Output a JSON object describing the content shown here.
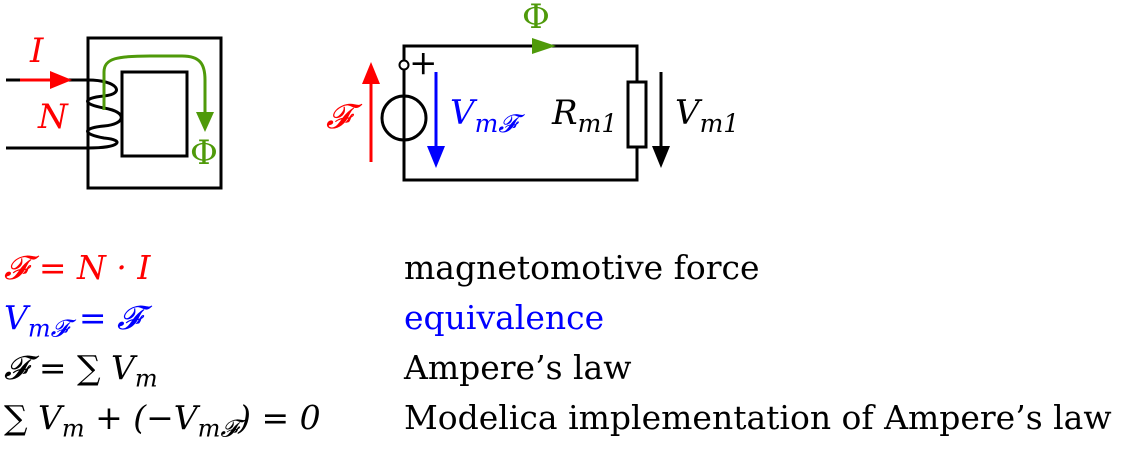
{
  "diagram": {
    "coil": {
      "current_label": "I",
      "turns_label": "N",
      "flux_label": "Φ"
    },
    "circuit": {
      "flux_label": "Φ",
      "plus_label": "+",
      "mmf_label": "𝓕",
      "source_voltage_main": "V",
      "source_voltage_sub": "m𝓕",
      "resistor_main": "R",
      "resistor_sub": "m1",
      "voltage_main": "V",
      "voltage_sub": "m1"
    },
    "colors": {
      "red": "#ff0000",
      "blue": "#0000ff",
      "green": "#4f9a0a",
      "black": "#000000"
    }
  },
  "equations": [
    {
      "expr_parts": [
        "𝓕 = N · I"
      ],
      "description": "magnetomotive force",
      "color": "red"
    },
    {
      "expr_parts": [
        "V",
        "m𝓕",
        " = 𝓕"
      ],
      "description": "equivalence",
      "color": "blue"
    },
    {
      "expr_parts": [
        "𝓕 = ∑ V",
        "m"
      ],
      "description": "Ampere’s law",
      "color": "black"
    },
    {
      "expr_parts": [
        "∑ V",
        "m",
        " + (−V",
        "m𝓕",
        ") = 0"
      ],
      "description": "Modelica implementation of Ampere’s law",
      "color": "black"
    }
  ]
}
